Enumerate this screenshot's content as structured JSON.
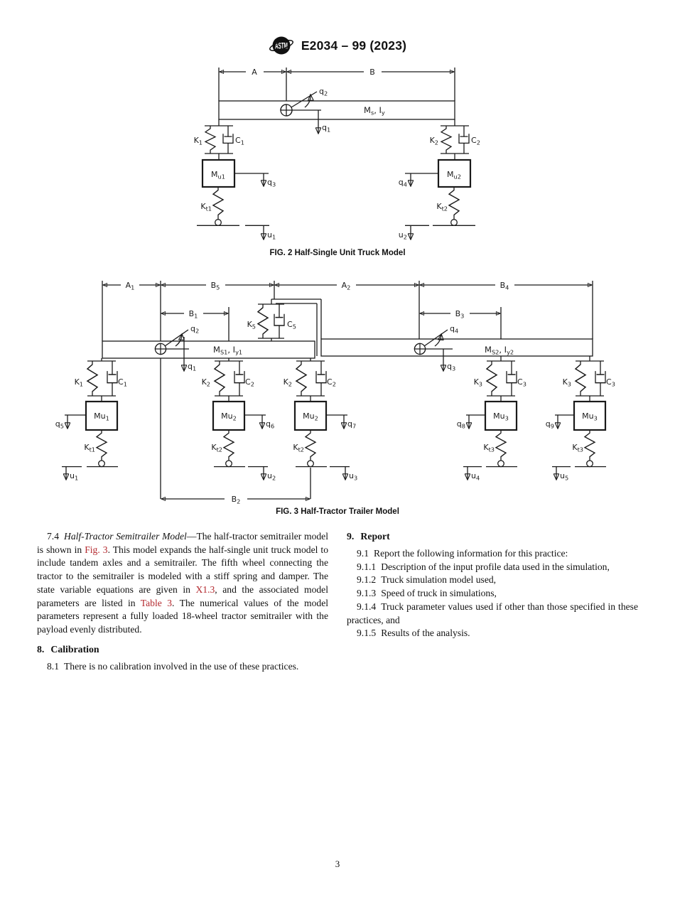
{
  "colors": {
    "ink": "#1a1a1a",
    "link_red": "#b3282d",
    "paper": "#ffffff"
  },
  "header": {
    "logo": "ASTM",
    "doc_code": "E2034 – 99 (2023)"
  },
  "fig2": {
    "caption": "FIG. 2 Half-Single Unit Truck Model",
    "dim": {
      "A": "A",
      "B": "B"
    },
    "beam": {
      "b1": "M",
      "s1": "s",
      "b2": ", I",
      "s2": "y"
    },
    "labels": {
      "q1": {
        "b": "q",
        "s": "1"
      },
      "q2": {
        "b": "q",
        "s": "2"
      },
      "q3": {
        "b": "q",
        "s": "3"
      },
      "q4": {
        "b": "q",
        "s": "4"
      },
      "u1": {
        "b": "u",
        "s": "1"
      },
      "u2": {
        "b": "u",
        "s": "2"
      },
      "K1": {
        "b": "K",
        "s": "1"
      },
      "C1": {
        "b": "C",
        "s": "1"
      },
      "K2": {
        "b": "K",
        "s": "2"
      },
      "C2": {
        "b": "C",
        "s": "2"
      },
      "Kt1": {
        "b": "K",
        "s": "t1"
      },
      "Kt2": {
        "b": "K",
        "s": "t2"
      },
      "Mu1": {
        "b": "M",
        "s": "u1"
      },
      "Mu2": {
        "b": "M",
        "s": "u2"
      }
    }
  },
  "fig3": {
    "caption": "FIG. 3 Half-Tractor Trailer Model",
    "dims": {
      "A1": {
        "b": "A",
        "s": "1"
      },
      "B5": {
        "b": "B",
        "s": "5"
      },
      "A2": {
        "b": "A",
        "s": "2"
      },
      "B4": {
        "b": "B",
        "s": "4"
      },
      "B1": {
        "b": "B",
        "s": "1"
      },
      "B3": {
        "b": "B",
        "s": "3"
      },
      "B2": {
        "b": "B",
        "s": "2"
      }
    },
    "beam1": {
      "b1": "M",
      "s1": "S1",
      "b2": ", I",
      "s2": "y1"
    },
    "beam2": {
      "b1": "M",
      "s1": "S2",
      "b2": ", I",
      "s2": "y2"
    },
    "labels": {
      "q1": {
        "b": "q",
        "s": "1"
      },
      "q2": {
        "b": "q",
        "s": "2"
      },
      "q3": {
        "b": "q",
        "s": "3"
      },
      "q4": {
        "b": "q",
        "s": "4"
      },
      "q5": {
        "b": "q",
        "s": "5"
      },
      "q6": {
        "b": "q",
        "s": "6"
      },
      "q7": {
        "b": "q",
        "s": "7"
      },
      "q8": {
        "b": "q",
        "s": "8"
      },
      "q9": {
        "b": "q",
        "s": "9"
      },
      "u1": {
        "b": "u",
        "s": "1"
      },
      "u2": {
        "b": "u",
        "s": "2"
      },
      "u3": {
        "b": "u",
        "s": "3"
      },
      "u4": {
        "b": "u",
        "s": "4"
      },
      "u5": {
        "b": "u",
        "s": "5"
      },
      "K1": {
        "b": "K",
        "s": "1"
      },
      "C1": {
        "b": "C",
        "s": "1"
      },
      "K2": {
        "b": "K",
        "s": "2"
      },
      "C2": {
        "b": "C",
        "s": "2"
      },
      "K3": {
        "b": "K",
        "s": "3"
      },
      "C3": {
        "b": "C",
        "s": "3"
      },
      "K5": {
        "b": "K",
        "s": "5"
      },
      "C5": {
        "b": "C",
        "s": "5"
      },
      "Kt1": {
        "b": "K",
        "s": "t1"
      },
      "Kt2": {
        "b": "K",
        "s": "t2"
      },
      "Kt3": {
        "b": "K",
        "s": "t3"
      },
      "Mu1": {
        "b": "Mu",
        "s": "1"
      },
      "Mu2": {
        "b": "Mu",
        "s": "2"
      },
      "Mu3": {
        "b": "Mu",
        "s": "3"
      }
    }
  },
  "sections": {
    "s74": {
      "num": "7.4",
      "title": "Half-Tractor Semitrailer Model",
      "t1": "—The half-tractor semitrailer model is shown in ",
      "link1": "Fig. 3",
      "t2": ". This model expands the half-single unit truck model to include tandem axles and a semitrailer. The fifth wheel connecting the tractor to the semitrailer is modeled with a stiff spring and damper. The state variable equations are given in ",
      "link2": "X1.3",
      "t3": ", and the associated model parameters are listed in ",
      "link3": "Table 3",
      "t4": ". The numerical values of the model parameters represent a fully loaded 18-wheel tractor semitrailer with the payload evenly distributed."
    },
    "s8": {
      "num": "8.",
      "title": "Calibration",
      "p1_num": "8.1",
      "p1": "There is no calibration involved in the use of these practices."
    },
    "s9": {
      "num": "9.",
      "title": "Report",
      "items": [
        {
          "num": "9.1",
          "text": "Report the following information for this practice:"
        },
        {
          "num": "9.1.1",
          "text": "Description of the input profile data used in the simulation,"
        },
        {
          "num": "9.1.2",
          "text": "Truck simulation model used,"
        },
        {
          "num": "9.1.3",
          "text": "Speed of truck in simulations,"
        },
        {
          "num": "9.1.4",
          "text": "Truck parameter values used if other than those specified in these practices, and"
        },
        {
          "num": "9.1.5",
          "text": "Results of the analysis."
        }
      ]
    }
  },
  "footer": {
    "page": "3"
  }
}
